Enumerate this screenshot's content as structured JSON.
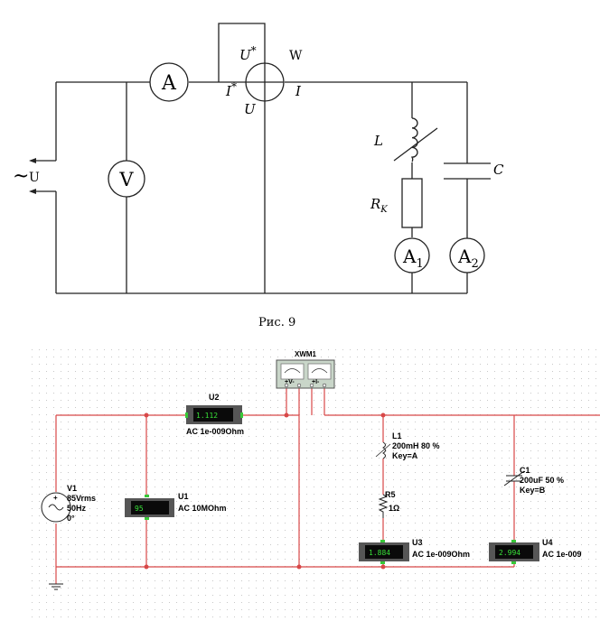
{
  "theory_diagram": {
    "source_symbol": "~",
    "source_label": "U",
    "ammeter": "A",
    "voltmeter": "V",
    "wattmeter": "W",
    "w_voltage_star_main": "U",
    "w_voltage_star_sup": "*",
    "w_current_star_main": "I",
    "w_current_star_sup": "*",
    "w_current": "I",
    "w_voltage": "U",
    "inductor": "L",
    "resistor_main": "R",
    "resistor_sub": "K",
    "capacitor": "C",
    "ammeter1_main": "A",
    "ammeter1_sub": "1",
    "ammeter2_main": "A",
    "ammeter2_sub": "2",
    "caption": "Рис. 9"
  },
  "simulation": {
    "wattmeter_ref": "XWM1",
    "wattmeter_v": "+V-",
    "wattmeter_i": "+I-",
    "u2": {
      "ref": "U2",
      "reading": "1.112",
      "mode": "AC  1e-009Ohm"
    },
    "u1": {
      "ref": "U1",
      "reading": "95",
      "mode": "AC  10MOhm"
    },
    "u3": {
      "ref": "U3",
      "reading": "1.884",
      "mode": "AC  1e-009Ohm"
    },
    "u4": {
      "ref": "U4",
      "reading": "2.994",
      "mode": "AC  1e-009"
    },
    "v1": {
      "ref": "V1",
      "voltage": "85Vrms",
      "freq": "50Hz",
      "phase": "0°"
    },
    "l1": {
      "ref": "L1",
      "value": "200mH   80 %",
      "key": "Key=A"
    },
    "r5": {
      "ref": "R5",
      "value": "1Ω"
    },
    "c1": {
      "ref": "C1",
      "value": "200uF   50 %",
      "key": "Key=B"
    }
  },
  "colors": {
    "wire": "#d84848",
    "meter_body": "#565656",
    "meter_screen": "#0a0a0a",
    "meter_text": "#38e038",
    "meter_term": "#38c838",
    "grid_dot": "#c8c8c8",
    "wattmeter_body": "#c9d6c9"
  }
}
